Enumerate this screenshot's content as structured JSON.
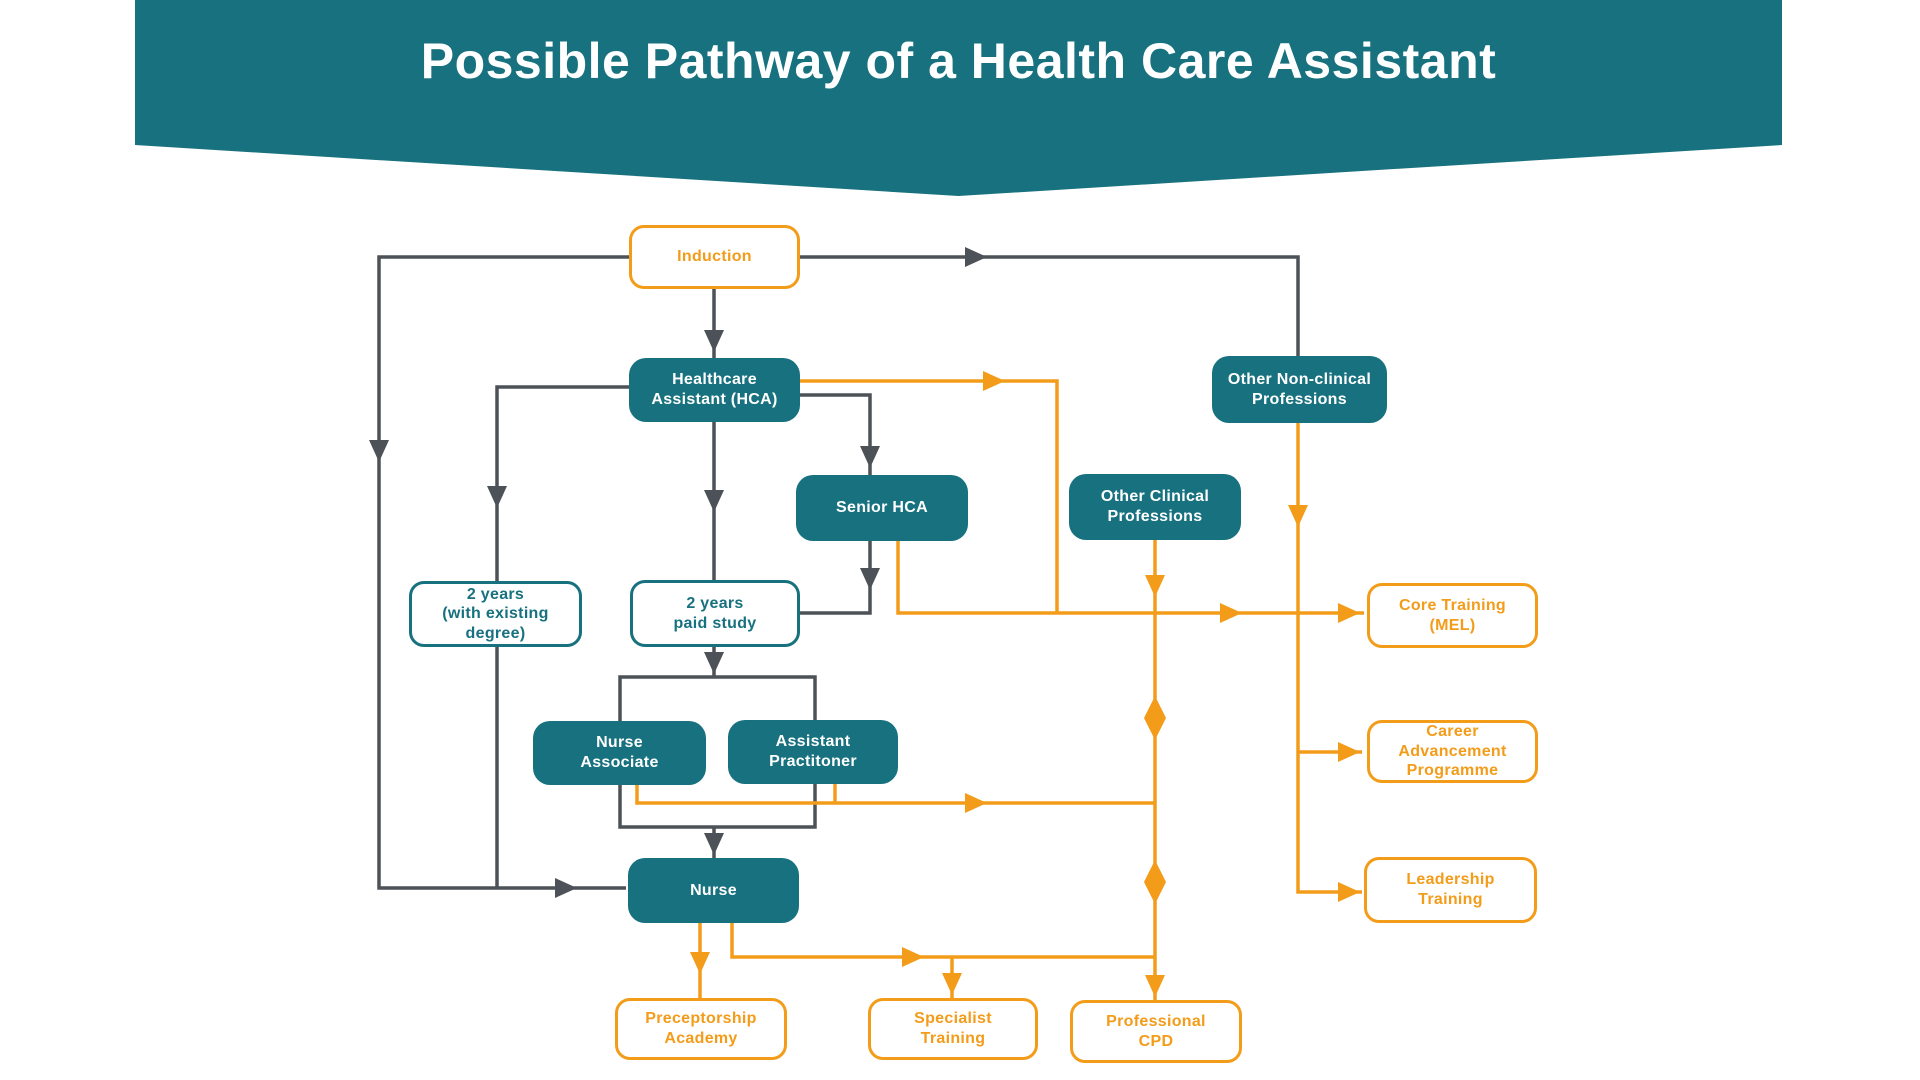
{
  "title": "Possible Pathway of a Health Care Assistant",
  "colors": {
    "teal": "#17717F",
    "orange": "#F39C1A",
    "slate": "#4C5258",
    "paper": "#FFFFFF"
  },
  "nodes": {
    "induction": {
      "label": "Induction",
      "style": "orange-outline"
    },
    "hca": {
      "label": "Healthcare\nAssistant (HCA)",
      "style": "teal"
    },
    "other_non_clinical": {
      "label": "Other Non-clinical\nProfessions",
      "style": "teal"
    },
    "senior_hca": {
      "label": "Senior HCA",
      "style": "teal"
    },
    "other_clinical": {
      "label": "Other Clinical\nProfessions",
      "style": "teal"
    },
    "two_years_degree": {
      "label": "2 years\n(with existing\ndegree)",
      "style": "teal-outline"
    },
    "two_years_paid": {
      "label": "2 years\npaid study",
      "style": "teal-outline"
    },
    "core_training": {
      "label": "Core Training\n(MEL)",
      "style": "orange-outline"
    },
    "nurse_associate": {
      "label": "Nurse\nAssociate",
      "style": "teal"
    },
    "assistant_practitioner": {
      "label": "Assistant\nPractitoner",
      "style": "teal"
    },
    "career_advancement": {
      "label": "Career\nAdvancement\nProgramme",
      "style": "orange-outline"
    },
    "nurse": {
      "label": "Nurse",
      "style": "teal"
    },
    "leadership_training": {
      "label": "Leadership\nTraining",
      "style": "orange-outline"
    },
    "preceptorship_academy": {
      "label": "Preceptorship\nAcademy",
      "style": "orange-outline"
    },
    "specialist_training": {
      "label": "Specialist\nTraining",
      "style": "orange-outline"
    },
    "professional_cpd": {
      "label": "Professional\nCPD",
      "style": "orange-outline"
    }
  }
}
